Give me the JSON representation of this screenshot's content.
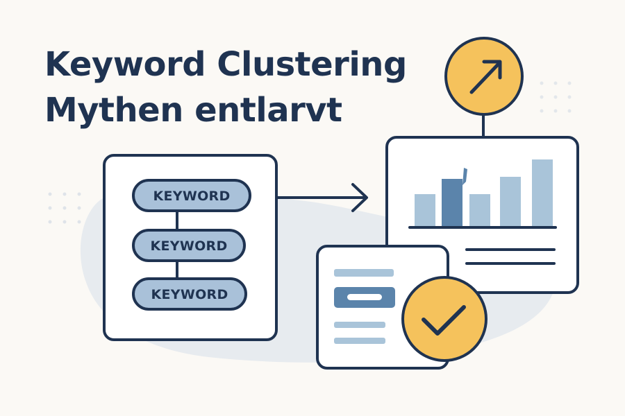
{
  "title": {
    "line1": "Keyword Clustering",
    "line2": "Mythen entlarvt"
  },
  "keywords": [
    "KEYWORD",
    "KEYWORD",
    "KEYWORD"
  ],
  "icons": {
    "trend": "arrow-up-right-icon",
    "check": "checkmark-icon",
    "flow": "arrow-right-icon"
  },
  "colors": {
    "navy": "#1f3351",
    "accent": "#f5c25c",
    "pill": "#a9c1d9",
    "bar_dark": "#5b84ab",
    "bar_light": "#a9c4d9",
    "background": "#fbf9f5",
    "blob": "#e7ebef"
  }
}
